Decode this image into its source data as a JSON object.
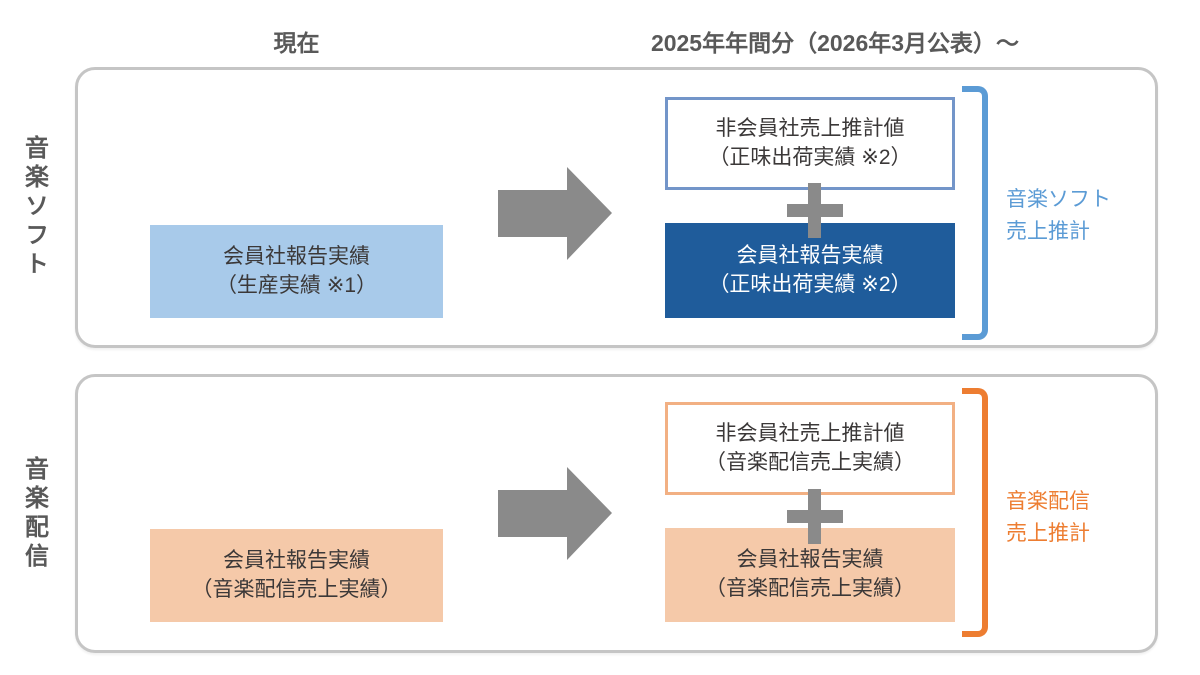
{
  "header": {
    "left": "現在",
    "right": "2025年年間分（2026年3月公表）～"
  },
  "panels": [
    {
      "id": "music-software",
      "side_label": "音楽ソフト",
      "current_box": {
        "line1": "会員社報告実績",
        "line2": "（生産実績 ※1）"
      },
      "estimate_box": {
        "line1": "非会員社売上推計値",
        "line2": "（正味出荷実績 ※2）"
      },
      "member_box": {
        "line1": "会員社報告実績",
        "line2": "（正味出荷実績 ※2）"
      },
      "result_label": {
        "line1": "音楽ソフト",
        "line2": "売上推計"
      }
    },
    {
      "id": "music-distribution",
      "side_label": "音楽配信",
      "current_box": {
        "line1": "会員社報告実績",
        "line2": "（音楽配信売上実績）"
      },
      "estimate_box": {
        "line1": "非会員社売上推計値",
        "line2": "（音楽配信売上実績）"
      },
      "member_box": {
        "line1": "会員社報告実績",
        "line2": "（音楽配信売上実績）"
      },
      "result_label": {
        "line1": "音楽配信",
        "line2": "売上推計"
      }
    }
  ],
  "icons": {
    "arrow": "right-arrow",
    "plus": "plus"
  },
  "colors": {
    "accent_blue": "#5b9bd5",
    "dark_blue": "#1f5c9b",
    "light_blue": "#a8caea",
    "outline_blue": "#7395c9",
    "accent_orange": "#ed7d31",
    "light_orange": "#f5c9a9",
    "outline_orange": "#f2b083",
    "arrow_gray": "#8a8a8a",
    "panel_border_gray": "#c5c5c5",
    "header_text": "#595959"
  }
}
